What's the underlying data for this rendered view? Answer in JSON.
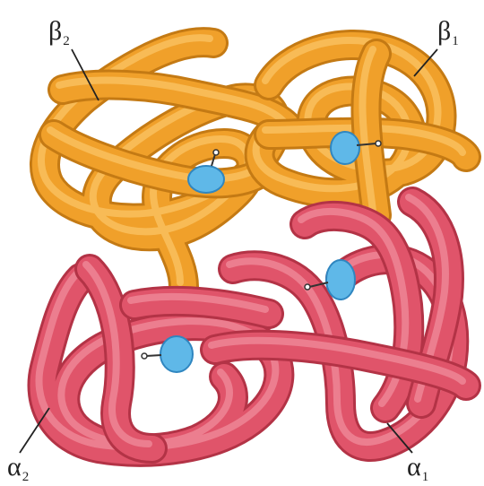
{
  "labels": {
    "beta2": {
      "letter": "β",
      "sub": "2"
    },
    "beta1": {
      "letter": "β",
      "sub": "1"
    },
    "alpha2": {
      "letter": "α",
      "sub": "2"
    },
    "alpha1": {
      "letter": "α",
      "sub": "1"
    }
  },
  "colors": {
    "beta_chain": "#f0a02a",
    "beta_chain_dark": "#c47a14",
    "beta_chain_light": "#ffd27a",
    "alpha_chain": "#e0546a",
    "alpha_chain_dark": "#b33346",
    "alpha_chain_light": "#f6a0ad",
    "heme": "#5fb8e8",
    "heme_dark": "#2f86c0",
    "label_text": "#222222"
  },
  "heme_groups": [
    "heme-icon",
    "heme-icon",
    "heme-icon",
    "heme-icon"
  ]
}
